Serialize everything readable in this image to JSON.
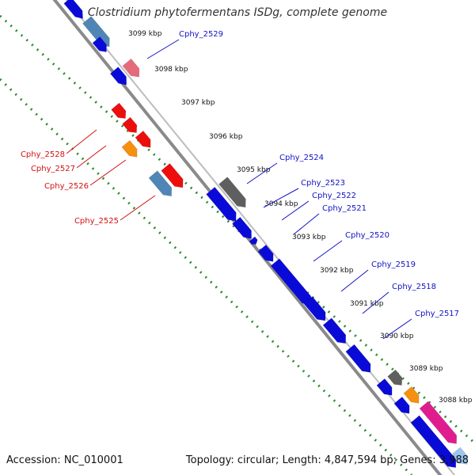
{
  "title": "Clostridium phytofermentans ISDg, complete genome",
  "accession": "Accession: NC_010001",
  "summary": "Topology: circular; Length: 4,847,594 bp; Genes: 3,988",
  "colors": {
    "forward_blue": "#0a0ad8",
    "steel_blue": "#4f86b5",
    "pink": "#e66b7a",
    "red": "#ee0d0d",
    "orange": "#f78f0f",
    "gray": "#5f5f5f",
    "magenta": "#e01d8f",
    "backbone": "#8a8a8a",
    "gc_dots": "#2c8a2c",
    "label_blue": "#1212c8",
    "label_red": "#d11111"
  },
  "ruler_labels": [
    "3099 kbp",
    "3098 kbp",
    "3097 kbp",
    "3096 kbp",
    "3095 kbp",
    "3094 kbp",
    "3093 kbp",
    "3092 kbp",
    "3091 kbp",
    "3090 kbp",
    "3089 kbp",
    "3088 kbp"
  ],
  "gene_labels_right": [
    "Cphy_2529",
    "Cphy_2524",
    "Cphy_2523",
    "Cphy_2522",
    "Cphy_2521",
    "Cphy_2520",
    "Cphy_2519",
    "Cphy_2518",
    "Cphy_2517"
  ],
  "gene_labels_left": [
    "Cphy_2528",
    "Cphy_2527",
    "Cphy_2526",
    "Cphy_2525"
  ]
}
